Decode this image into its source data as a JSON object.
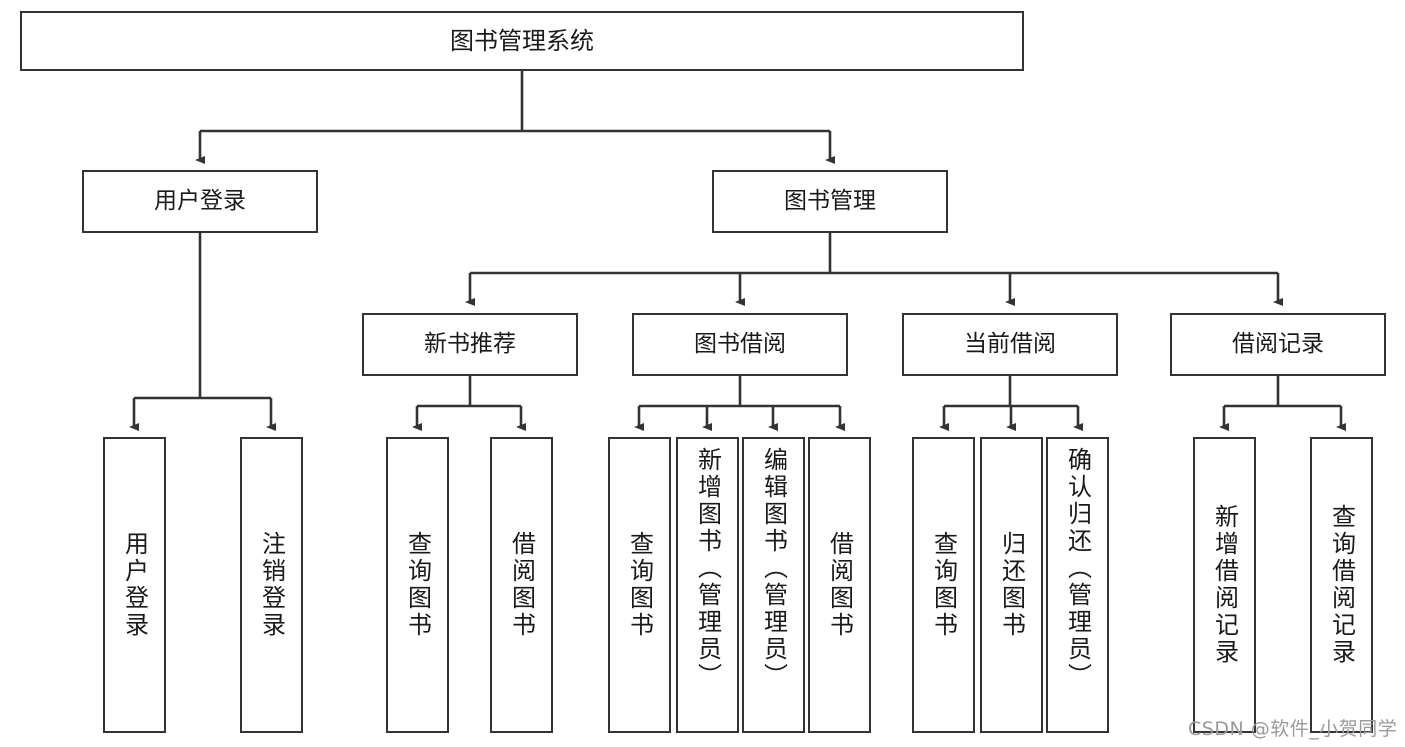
{
  "diagram": {
    "title": "图书管理系统",
    "watermark": "CSDN @软件_小贺同学",
    "colors": {
      "box_border": "#333333",
      "box_fill": "#ffffff",
      "connector": "#333333",
      "text": "#1a1a1a",
      "watermark": "#9a9a9a"
    }
  },
  "nodes": {
    "root": {
      "label": "图书管理系统"
    },
    "level2": [
      {
        "label": "用户登录"
      },
      {
        "label": "图书管理"
      }
    ],
    "level3": [
      {
        "label": "新书推荐"
      },
      {
        "label": "图书借阅"
      },
      {
        "label": "当前借阅"
      },
      {
        "label": "借阅记录"
      }
    ],
    "leaves": {
      "user_login": [
        {
          "label": "用户登录"
        },
        {
          "label": "注销登录"
        }
      ],
      "new_book_recommend": [
        {
          "label": "查询图书"
        },
        {
          "label": "借阅图书"
        }
      ],
      "book_borrow": [
        {
          "label": "查询图书"
        },
        {
          "label": "新增图书（管理员）"
        },
        {
          "label": "编辑图书（管理员）"
        },
        {
          "label": "借阅图书"
        }
      ],
      "current_borrow": [
        {
          "label": "查询图书"
        },
        {
          "label": "归还图书"
        },
        {
          "label": "确认归还（管理员）"
        }
      ],
      "borrow_record": [
        {
          "label": "新增借阅记录"
        },
        {
          "label": "查询借阅记录"
        }
      ]
    }
  }
}
